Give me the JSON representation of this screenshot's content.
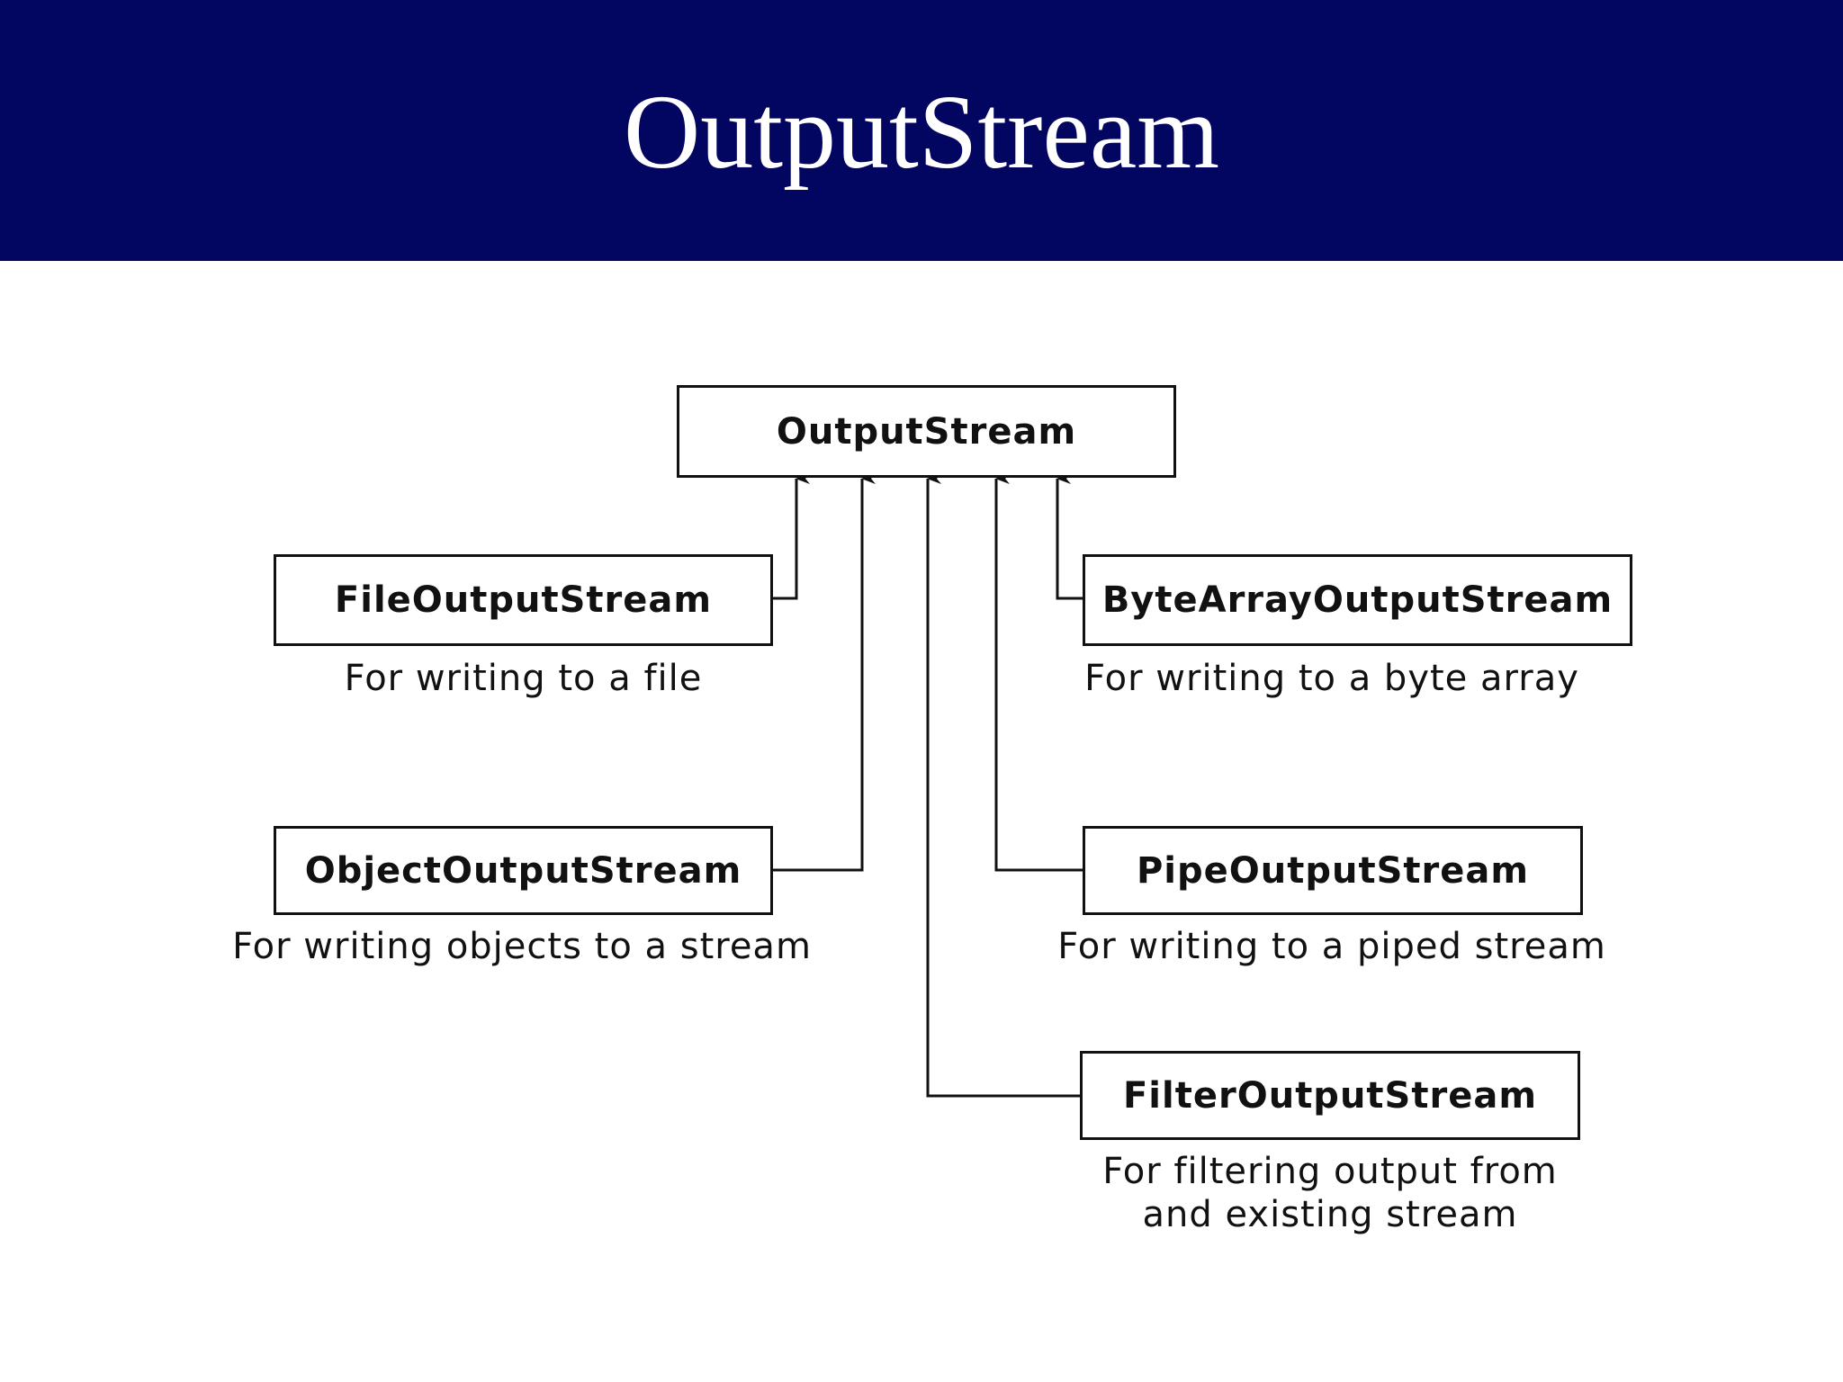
{
  "slide": {
    "title": "OutputStream"
  },
  "colors": {
    "header_background": "#020660",
    "title_text": "#ffffff",
    "line": "#111111"
  },
  "diagram": {
    "root": {
      "label": "OutputStream"
    },
    "classes": [
      {
        "id": "file",
        "label": "FileOutputStream",
        "description": "For writing to a file"
      },
      {
        "id": "bytearray",
        "label": "ByteArrayOutputStream",
        "description": "For writing to a byte array"
      },
      {
        "id": "object",
        "label": "ObjectOutputStream",
        "description": "For writing objects to a stream"
      },
      {
        "id": "pipe",
        "label": "PipeOutputStream",
        "description": "For writing to a piped stream"
      },
      {
        "id": "filter",
        "label": "FilterOutputStream",
        "description_line1": "For filtering output from",
        "description_line2": "and existing stream"
      }
    ]
  }
}
